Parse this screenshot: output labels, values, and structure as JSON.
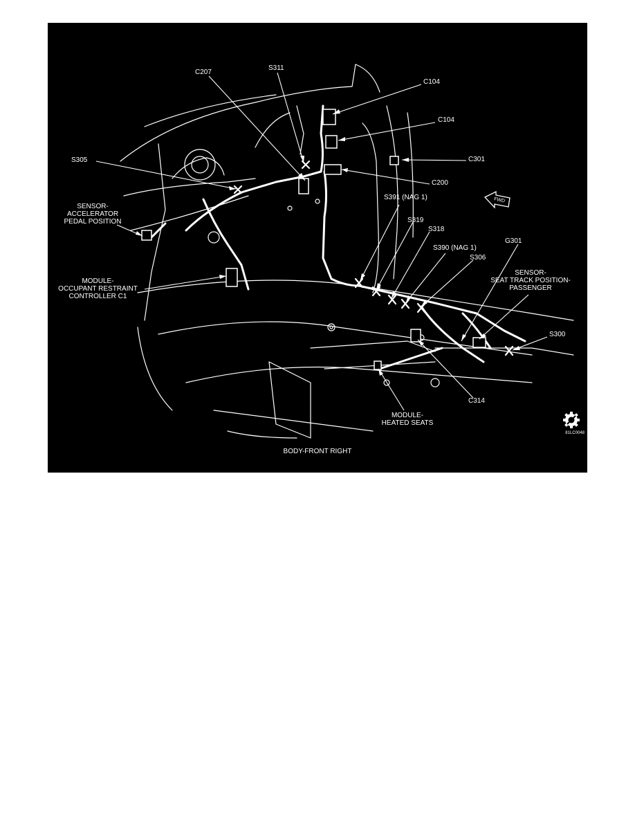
{
  "caption": "BODY-FRONT RIGHT",
  "figure_code": "81LC0048",
  "labels": {
    "c207": "C207",
    "s311": "S311",
    "c104_a": "C104",
    "c104_b": "C104",
    "c301": "C301",
    "s305": "S305",
    "c200": "C200",
    "s391": "S391 (NAG 1)",
    "s319": "S319",
    "s318": "S318",
    "s390": "S390 (NAG 1)",
    "g301": "G301",
    "s306": "S306",
    "s300": "S300",
    "c314": "C314",
    "fwd": "FWD",
    "sensor_accel_1": "SENSOR-",
    "sensor_accel_2": "ACCELERATOR",
    "sensor_accel_3": "PEDAL POSITION",
    "module_orc_1": "MODULE-",
    "module_orc_2": "OCCUPANT RESTRAINT",
    "module_orc_3": "CONTROLLER C1",
    "sensor_seat_1": "SENSOR-",
    "sensor_seat_2": "SEAT TRACK POSITION-",
    "sensor_seat_3": "PASSENGER",
    "module_heated_1": "MODULE-",
    "module_heated_2": "HEATED SEATS"
  },
  "colors": {
    "background": "#000000",
    "line": "#ffffff",
    "page": "#ffffff"
  },
  "icons": [
    "gear-logo-icon",
    "fwd-arrow-icon"
  ]
}
